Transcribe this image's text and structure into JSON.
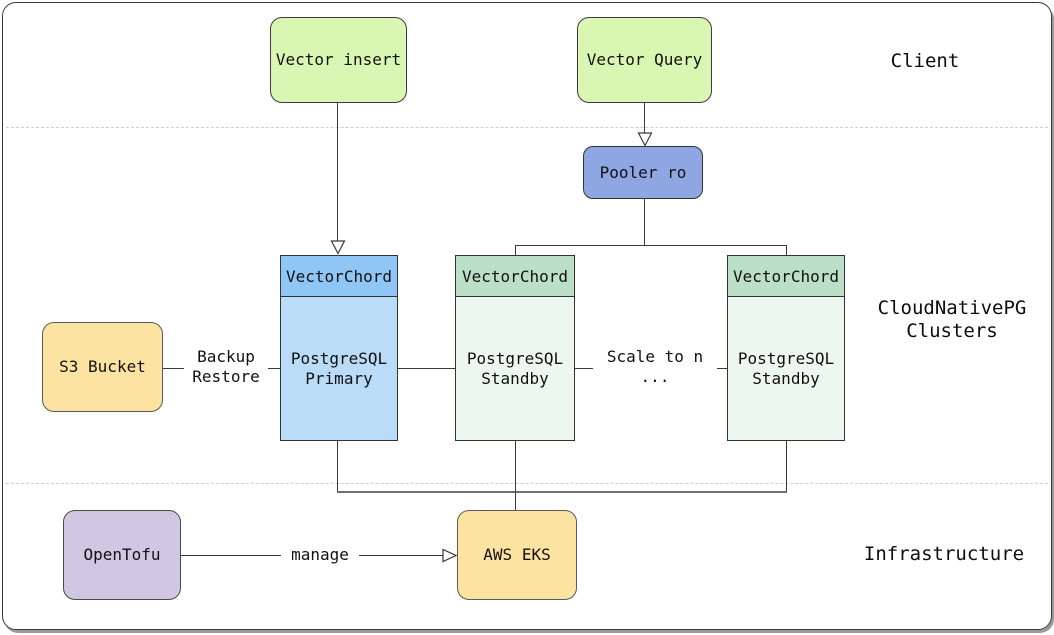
{
  "sections": {
    "client": {
      "label": "Client"
    },
    "clusters": {
      "label_line1": "CloudNativePG",
      "label_line2": "Clusters"
    },
    "infrastructure": {
      "label": "Infrastructure"
    }
  },
  "nodes": {
    "vector_insert": {
      "label": "Vector insert",
      "fill": "#d9f7b2"
    },
    "vector_query": {
      "label": "Vector Query",
      "fill": "#d9f7b2"
    },
    "pooler_ro": {
      "label": "Pooler ro",
      "fill": "#8ea7e2"
    },
    "primary": {
      "header": "VectorChord",
      "label_line1": "PostgreSQL",
      "label_line2": "Primary",
      "header_fill": "#8fc6f5",
      "body_fill": "#badcf8"
    },
    "standby1": {
      "header": "VectorChord",
      "label_line1": "PostgreSQL",
      "label_line2": "Standby",
      "header_fill": "#bbdfc7",
      "body_fill": "#ecf7ef"
    },
    "standby2": {
      "header": "VectorChord",
      "label_line1": "PostgreSQL",
      "label_line2": "Standby",
      "header_fill": "#bbdfc7",
      "body_fill": "#ecf7ef"
    },
    "s3_bucket": {
      "label": "S3 Bucket",
      "fill": "#fce3a2"
    },
    "opentofu": {
      "label": "OpenTofu",
      "fill": "#d0c7e2"
    },
    "aws_eks": {
      "label": "AWS EKS",
      "fill": "#fce3a2"
    }
  },
  "edges": {
    "backup_restore": {
      "label_line1": "Backup",
      "label_line2": "Restore"
    },
    "scale_to_n": {
      "label_line1": "Scale to n",
      "label_line2": "..."
    },
    "manage": {
      "label": "manage"
    }
  }
}
